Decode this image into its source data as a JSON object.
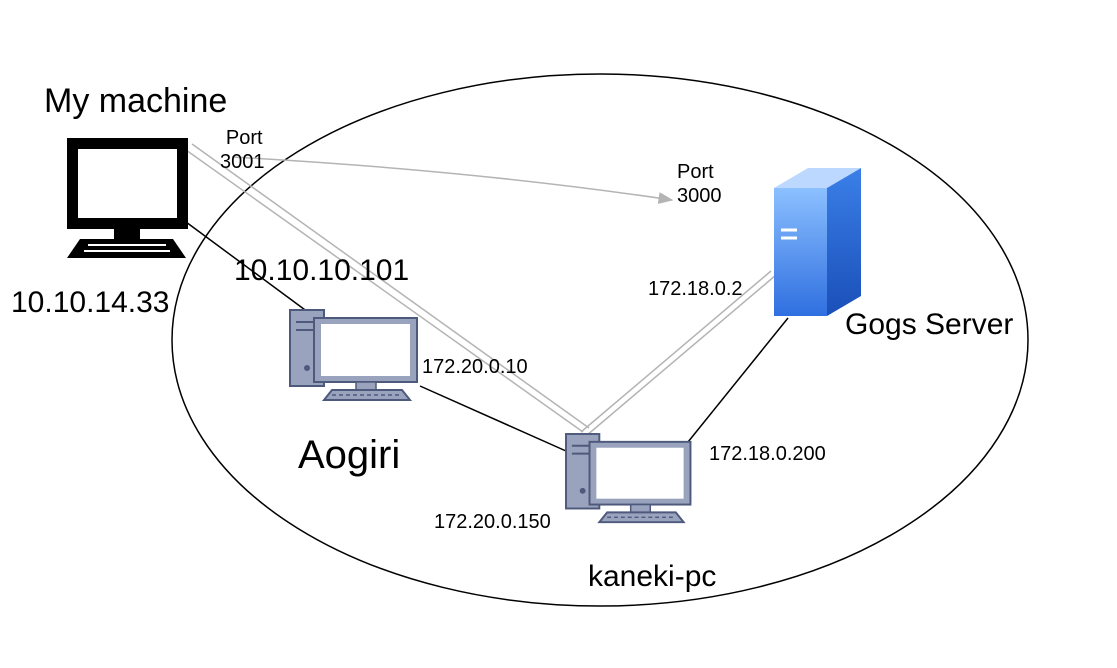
{
  "nodes": {
    "my_machine": {
      "name": "My machine",
      "ip": "10.10.14.33",
      "icon": "monitor-icon"
    },
    "aogiri": {
      "name": "Aogiri",
      "ip_external": "10.10.10.101",
      "ip_internal": "172.20.0.10",
      "icon": "desktop-computer-icon"
    },
    "kaneki_pc": {
      "name": "kaneki-pc",
      "ip_aogiri_side": "172.20.0.150",
      "ip_gogs_side": "172.18.0.200",
      "icon": "desktop-computer-icon"
    },
    "gogs": {
      "name": "Gogs Server",
      "ip": "172.18.0.2",
      "icon": "server-tower-icon"
    }
  },
  "ports": {
    "local": {
      "label": "Port",
      "number": "3001"
    },
    "remote": {
      "label": "Port",
      "number": "3000"
    }
  },
  "colors": {
    "line": "#000000",
    "tunnel": "#b4b4b4",
    "computer_icon": "#9aa3bd",
    "computer_icon_outline": "#4e5a7c",
    "server_light": "#7fb2ff",
    "server_dark": "#1f5fd6"
  }
}
